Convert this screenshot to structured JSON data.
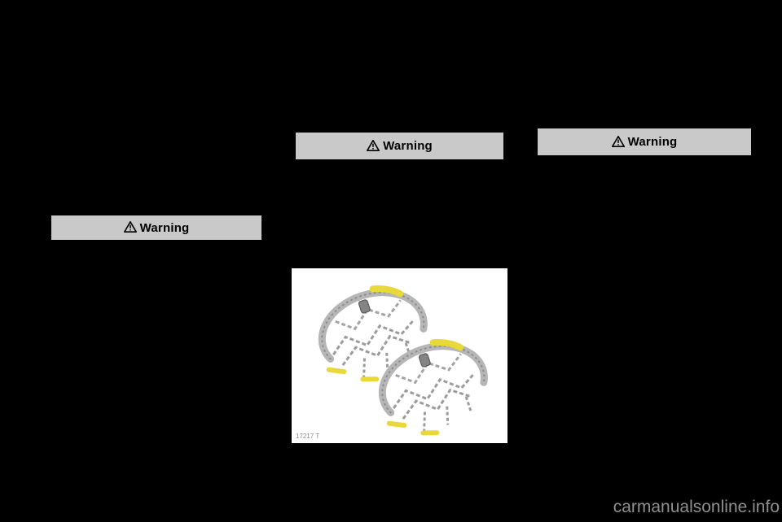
{
  "page": {
    "background": "#000000"
  },
  "warnings": [
    {
      "label": "Warning",
      "icon": "warning-triangle-icon",
      "position": "left-column"
    },
    {
      "label": "Warning",
      "icon": "warning-triangle-icon",
      "position": "middle-column"
    },
    {
      "label": "Warning",
      "icon": "warning-triangle-icon",
      "position": "right-column"
    }
  ],
  "figure": {
    "caption": "17217 T",
    "content": "snow-chains-illustration"
  },
  "watermark": {
    "text": "carmanualsonline.info"
  },
  "colors": {
    "warning_bg": "#c9c9c9",
    "warning_text": "#000000",
    "figure_bg": "#ffffff",
    "chain_gray": "#a8a8a8",
    "chain_dark": "#8c8c8c",
    "chain_highlight": "#e8d83a",
    "watermark_text": "#8f8f8f"
  }
}
